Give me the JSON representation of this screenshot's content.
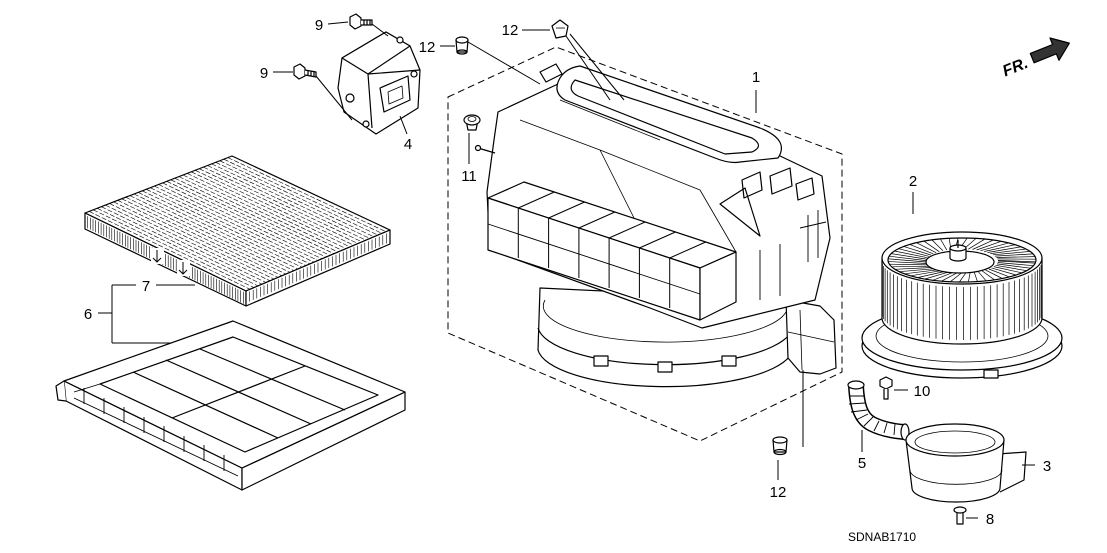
{
  "diagram": {
    "callouts": [
      {
        "label": "9"
      },
      {
        "label": "9"
      },
      {
        "label": "12"
      },
      {
        "label": "12"
      },
      {
        "label": "1"
      },
      {
        "label": "4"
      },
      {
        "label": "11"
      },
      {
        "label": "2"
      },
      {
        "label": "7"
      },
      {
        "label": "6"
      },
      {
        "label": "10"
      },
      {
        "label": "5"
      },
      {
        "label": "3"
      },
      {
        "label": "12"
      },
      {
        "label": "8"
      }
    ],
    "direction_label": "FR.",
    "diagram_code": "SDNAB1710"
  }
}
